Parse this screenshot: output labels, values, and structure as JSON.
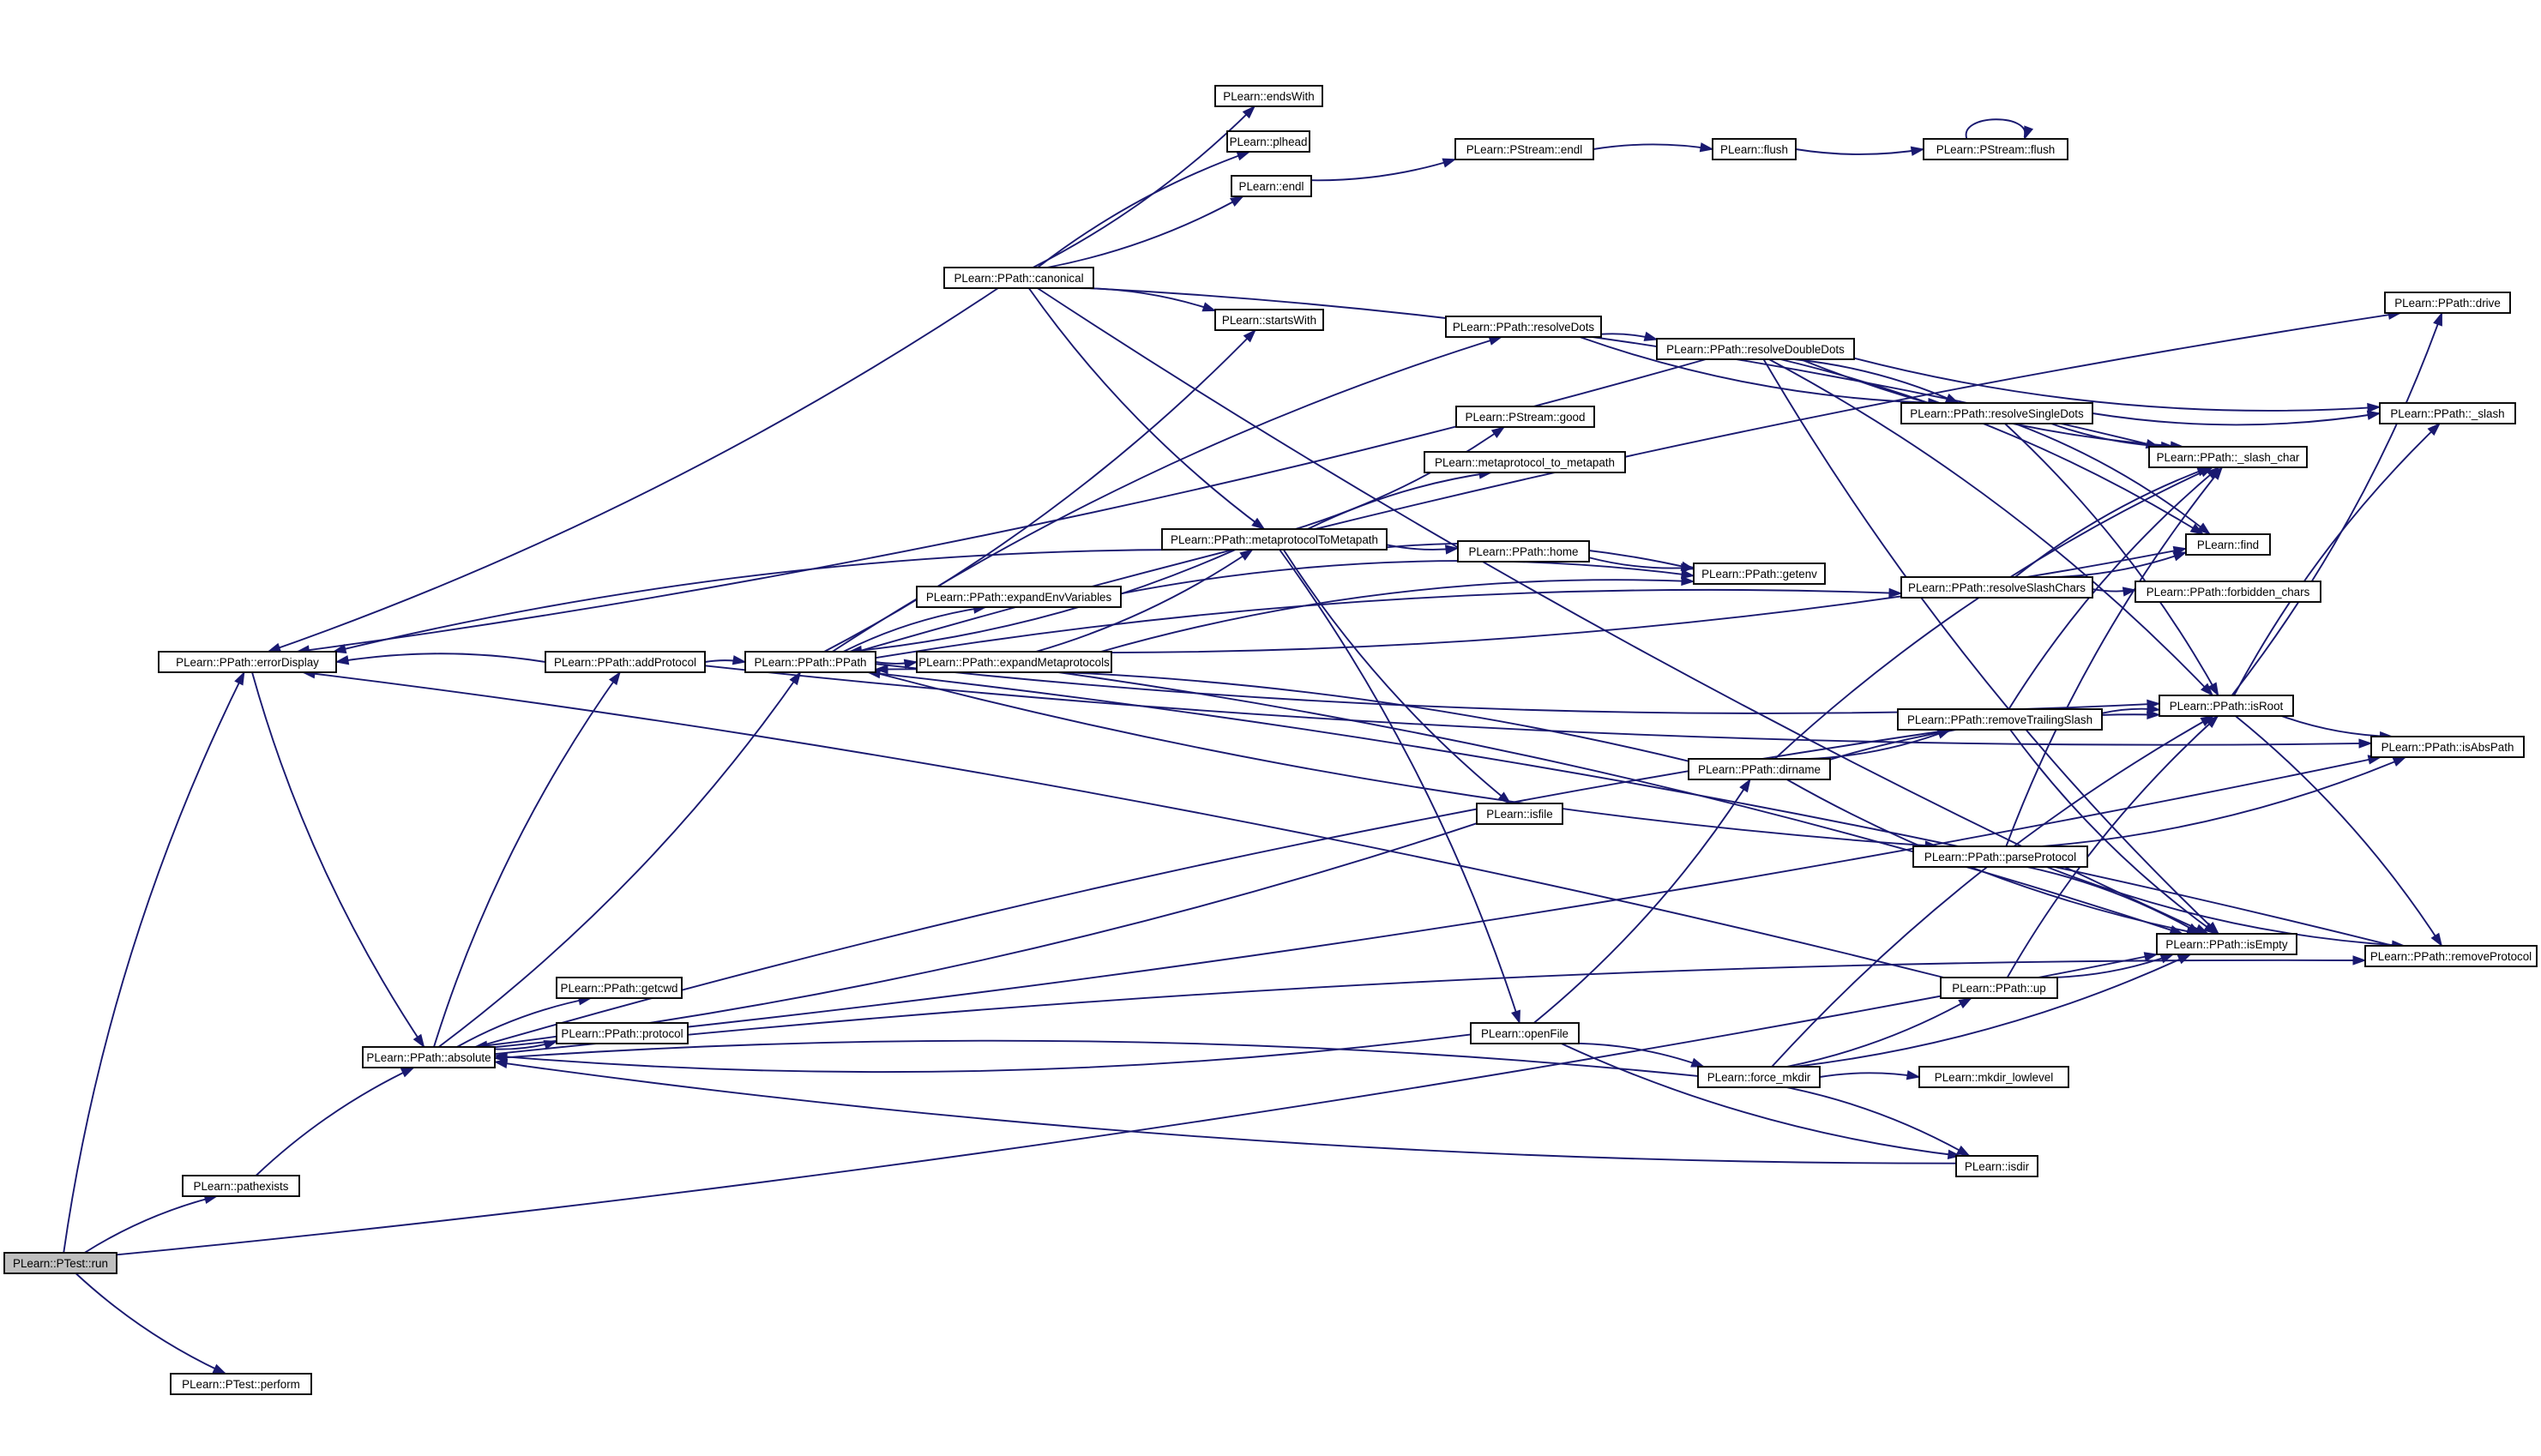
{
  "graph": {
    "colors": {
      "edge": "#191970",
      "node_border": "#000000",
      "node_fill": "#ffffff",
      "root_fill": "#bfbfbf",
      "text": "#000000"
    },
    "nodes": [
      {
        "id": "ptest_run",
        "label": "PLearn::PTest::run",
        "root": true
      },
      {
        "id": "pathexists",
        "label": "PLearn::pathexists"
      },
      {
        "id": "ptest_perform",
        "label": "PLearn::PTest::perform"
      },
      {
        "id": "errorDisplay",
        "label": "PLearn::PPath::errorDisplay"
      },
      {
        "id": "absolute",
        "label": "PLearn::PPath::absolute"
      },
      {
        "id": "getcwd",
        "label": "PLearn::PPath::getcwd"
      },
      {
        "id": "protocol",
        "label": "PLearn::PPath::protocol"
      },
      {
        "id": "addProtocol",
        "label": "PLearn::PPath::addProtocol"
      },
      {
        "id": "PPath",
        "label": "PLearn::PPath::PPath"
      },
      {
        "id": "expandEnvVariables",
        "label": "PLearn::PPath::expandEnvVariables"
      },
      {
        "id": "expandMetaprotocols",
        "label": "PLearn::PPath::expandMetaprotocols"
      },
      {
        "id": "canonical",
        "label": "PLearn::PPath::canonical"
      },
      {
        "id": "endsWith",
        "label": "PLearn::endsWith"
      },
      {
        "id": "plhead",
        "label": "PLearn::plhead"
      },
      {
        "id": "endl",
        "label": "PLearn::endl"
      },
      {
        "id": "startsWith",
        "label": "PLearn::startsWith"
      },
      {
        "id": "metaprotocolToMetapath",
        "label": "PLearn::PPath::metaprotocolToMetapath"
      },
      {
        "id": "isfile",
        "label": "PLearn::isfile"
      },
      {
        "id": "openFile",
        "label": "PLearn::openFile"
      },
      {
        "id": "pstream_endl",
        "label": "PLearn::PStream::endl"
      },
      {
        "id": "resolveDots",
        "label": "PLearn::PPath::resolveDots"
      },
      {
        "id": "pstream_good",
        "label": "PLearn::PStream::good"
      },
      {
        "id": "metaprotocol_to_metapath",
        "label": "PLearn::metaprotocol_to_metapath"
      },
      {
        "id": "home",
        "label": "PLearn::PPath::home"
      },
      {
        "id": "getenv",
        "label": "PLearn::PPath::getenv"
      },
      {
        "id": "dirname",
        "label": "PLearn::PPath::dirname"
      },
      {
        "id": "force_mkdir",
        "label": "PLearn::force_mkdir"
      },
      {
        "id": "flush",
        "label": "PLearn::flush"
      },
      {
        "id": "resolveDoubleDots",
        "label": "PLearn::PPath::resolveDoubleDots"
      },
      {
        "id": "resolveSingleDots",
        "label": "PLearn::PPath::resolveSingleDots"
      },
      {
        "id": "resolveSlashChars",
        "label": "PLearn::PPath::resolveSlashChars"
      },
      {
        "id": "removeTrailingSlash",
        "label": "PLearn::PPath::removeTrailingSlash"
      },
      {
        "id": "parseProtocol",
        "label": "PLearn::PPath::parseProtocol"
      },
      {
        "id": "up",
        "label": "PLearn::PPath::up"
      },
      {
        "id": "mkdir_lowlevel",
        "label": "PLearn::mkdir_lowlevel"
      },
      {
        "id": "isdir",
        "label": "PLearn::isdir"
      },
      {
        "id": "pstream_flush",
        "label": "PLearn::PStream::flush"
      },
      {
        "id": "slash_char",
        "label": "PLearn::PPath::_slash_char"
      },
      {
        "id": "find",
        "label": "PLearn::find"
      },
      {
        "id": "forbidden_chars",
        "label": "PLearn::PPath::forbidden_chars"
      },
      {
        "id": "isRoot",
        "label": "PLearn::PPath::isRoot"
      },
      {
        "id": "isEmpty",
        "label": "PLearn::PPath::isEmpty"
      },
      {
        "id": "drive",
        "label": "PLearn::PPath::drive"
      },
      {
        "id": "slash",
        "label": "PLearn::PPath::_slash"
      },
      {
        "id": "isAbsPath",
        "label": "PLearn::PPath::isAbsPath"
      },
      {
        "id": "removeProtocol",
        "label": "PLearn::PPath::removeProtocol"
      }
    ],
    "edges": [
      [
        "ptest_run",
        "pathexists"
      ],
      [
        "ptest_run",
        "ptest_perform"
      ],
      [
        "ptest_run",
        "errorDisplay"
      ],
      [
        "ptest_run",
        "isEmpty"
      ],
      [
        "pathexists",
        "absolute"
      ],
      [
        "errorDisplay",
        "absolute"
      ],
      [
        "absolute",
        "getcwd"
      ],
      [
        "absolute",
        "protocol"
      ],
      [
        "absolute",
        "addProtocol"
      ],
      [
        "absolute",
        "PPath"
      ],
      [
        "absolute",
        "removeTrailingSlash"
      ],
      [
        "absolute",
        "isAbsPath"
      ],
      [
        "absolute",
        "removeProtocol"
      ],
      [
        "addProtocol",
        "errorDisplay"
      ],
      [
        "addProtocol",
        "PPath"
      ],
      [
        "addProtocol",
        "isAbsPath"
      ],
      [
        "PPath",
        "expandEnvVariables"
      ],
      [
        "PPath",
        "expandMetaprotocols"
      ],
      [
        "PPath",
        "resolveDots"
      ],
      [
        "PPath",
        "isRoot"
      ],
      [
        "PPath",
        "resolveSlashChars"
      ],
      [
        "PPath",
        "parseProtocol"
      ],
      [
        "PPath",
        "drive"
      ],
      [
        "PPath",
        "startsWith"
      ],
      [
        "expandEnvVariables",
        "getenv"
      ],
      [
        "expandMetaprotocols",
        "metaprotocolToMetapath"
      ],
      [
        "expandMetaprotocols",
        "getenv"
      ],
      [
        "expandMetaprotocols",
        "find"
      ],
      [
        "expandMetaprotocols",
        "isEmpty"
      ],
      [
        "canonical",
        "endsWith"
      ],
      [
        "canonical",
        "plhead"
      ],
      [
        "canonical",
        "endl"
      ],
      [
        "canonical",
        "startsWith"
      ],
      [
        "canonical",
        "metaprotocolToMetapath"
      ],
      [
        "canonical",
        "errorDisplay"
      ],
      [
        "canonical",
        "isEmpty"
      ],
      [
        "canonical",
        "slash_char"
      ],
      [
        "endl",
        "pstream_endl"
      ],
      [
        "pstream_endl",
        "flush"
      ],
      [
        "flush",
        "pstream_flush"
      ],
      [
        "pstream_flush",
        "pstream_flush"
      ],
      [
        "metaprotocolToMetapath",
        "pstream_good"
      ],
      [
        "metaprotocolToMetapath",
        "metaprotocol_to_metapath"
      ],
      [
        "metaprotocolToMetapath",
        "home"
      ],
      [
        "metaprotocolToMetapath",
        "getenv"
      ],
      [
        "metaprotocolToMetapath",
        "isfile"
      ],
      [
        "metaprotocolToMetapath",
        "openFile"
      ],
      [
        "metaprotocolToMetapath",
        "errorDisplay"
      ],
      [
        "metaprotocolToMetapath",
        "PPath"
      ],
      [
        "home",
        "getenv"
      ],
      [
        "resolveDots",
        "resolveDoubleDots"
      ],
      [
        "resolveDots",
        "resolveSingleDots"
      ],
      [
        "resolveDoubleDots",
        "resolveSingleDots"
      ],
      [
        "resolveDoubleDots",
        "slash_char"
      ],
      [
        "resolveDoubleDots",
        "find"
      ],
      [
        "resolveDoubleDots",
        "slash"
      ],
      [
        "resolveDoubleDots",
        "isRoot"
      ],
      [
        "resolveDoubleDots",
        "isEmpty"
      ],
      [
        "resolveDoubleDots",
        "errorDisplay"
      ],
      [
        "resolveSingleDots",
        "slash_char"
      ],
      [
        "resolveSingleDots",
        "find"
      ],
      [
        "resolveSingleDots",
        "slash"
      ],
      [
        "resolveSingleDots",
        "isRoot"
      ],
      [
        "resolveSlashChars",
        "forbidden_chars"
      ],
      [
        "resolveSlashChars",
        "slash_char"
      ],
      [
        "resolveSlashChars",
        "find"
      ],
      [
        "isfile",
        "absolute"
      ],
      [
        "openFile",
        "dirname"
      ],
      [
        "openFile",
        "force_mkdir"
      ],
      [
        "openFile",
        "isdir"
      ],
      [
        "openFile",
        "absolute"
      ],
      [
        "dirname",
        "removeTrailingSlash"
      ],
      [
        "dirname",
        "isRoot"
      ],
      [
        "dirname",
        "isEmpty"
      ],
      [
        "dirname",
        "slash_char"
      ],
      [
        "dirname",
        "PPath"
      ],
      [
        "removeTrailingSlash",
        "isRoot"
      ],
      [
        "removeTrailingSlash",
        "isEmpty"
      ],
      [
        "removeTrailingSlash",
        "slash_char"
      ],
      [
        "parseProtocol",
        "isAbsPath"
      ],
      [
        "parseProtocol",
        "isEmpty"
      ],
      [
        "parseProtocol",
        "removeProtocol"
      ],
      [
        "parseProtocol",
        "slash_char"
      ],
      [
        "up",
        "isEmpty"
      ],
      [
        "up",
        "isRoot"
      ],
      [
        "up",
        "errorDisplay"
      ],
      [
        "force_mkdir",
        "mkdir_lowlevel"
      ],
      [
        "force_mkdir",
        "up"
      ],
      [
        "force_mkdir",
        "isdir"
      ],
      [
        "force_mkdir",
        "isEmpty"
      ],
      [
        "force_mkdir",
        "isRoot"
      ],
      [
        "force_mkdir",
        "absolute"
      ],
      [
        "isdir",
        "absolute"
      ],
      [
        "isRoot",
        "isAbsPath"
      ],
      [
        "isRoot",
        "removeProtocol"
      ],
      [
        "isRoot",
        "drive"
      ],
      [
        "isRoot",
        "slash"
      ],
      [
        "removeProtocol",
        "PPath"
      ]
    ]
  }
}
